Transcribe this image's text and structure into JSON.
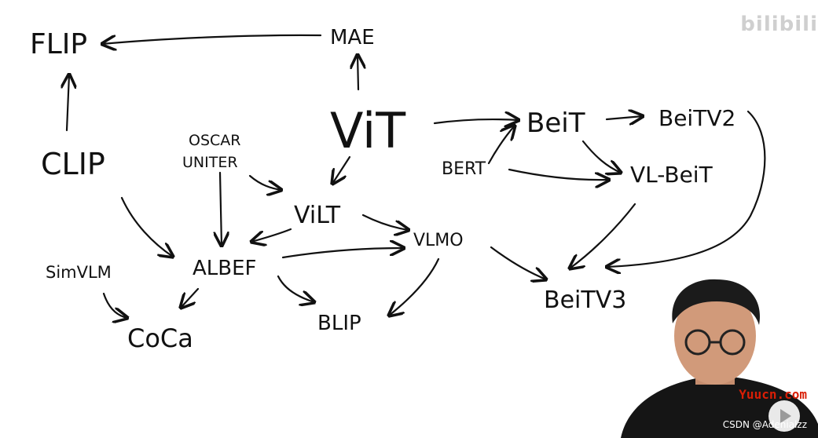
{
  "nodes": {
    "flip": "FLIP",
    "mae": "MAE",
    "clip": "CLIP",
    "oscar": "OSCAR",
    "uniter": "UNITER",
    "vit": "ViT",
    "beit": "BeiT",
    "beitv2": "BeiTV2",
    "bert": "BERT",
    "vlbeit": "VL-BeiT",
    "vilt": "ViLT",
    "vlmo": "VLMO",
    "simvlm": "SimVLM",
    "albef": "ALBEF",
    "beitv3": "BeiTV3",
    "coca": "CoCa",
    "blip": "BLIP"
  },
  "watermarks": {
    "top": "bilibili",
    "yuucn": "Yuucn.com",
    "csdn": "CSDN @Adenialzz"
  },
  "colors": {
    "ink": "#111111",
    "background": "#ffffff",
    "yuucn": "#d81e06"
  }
}
